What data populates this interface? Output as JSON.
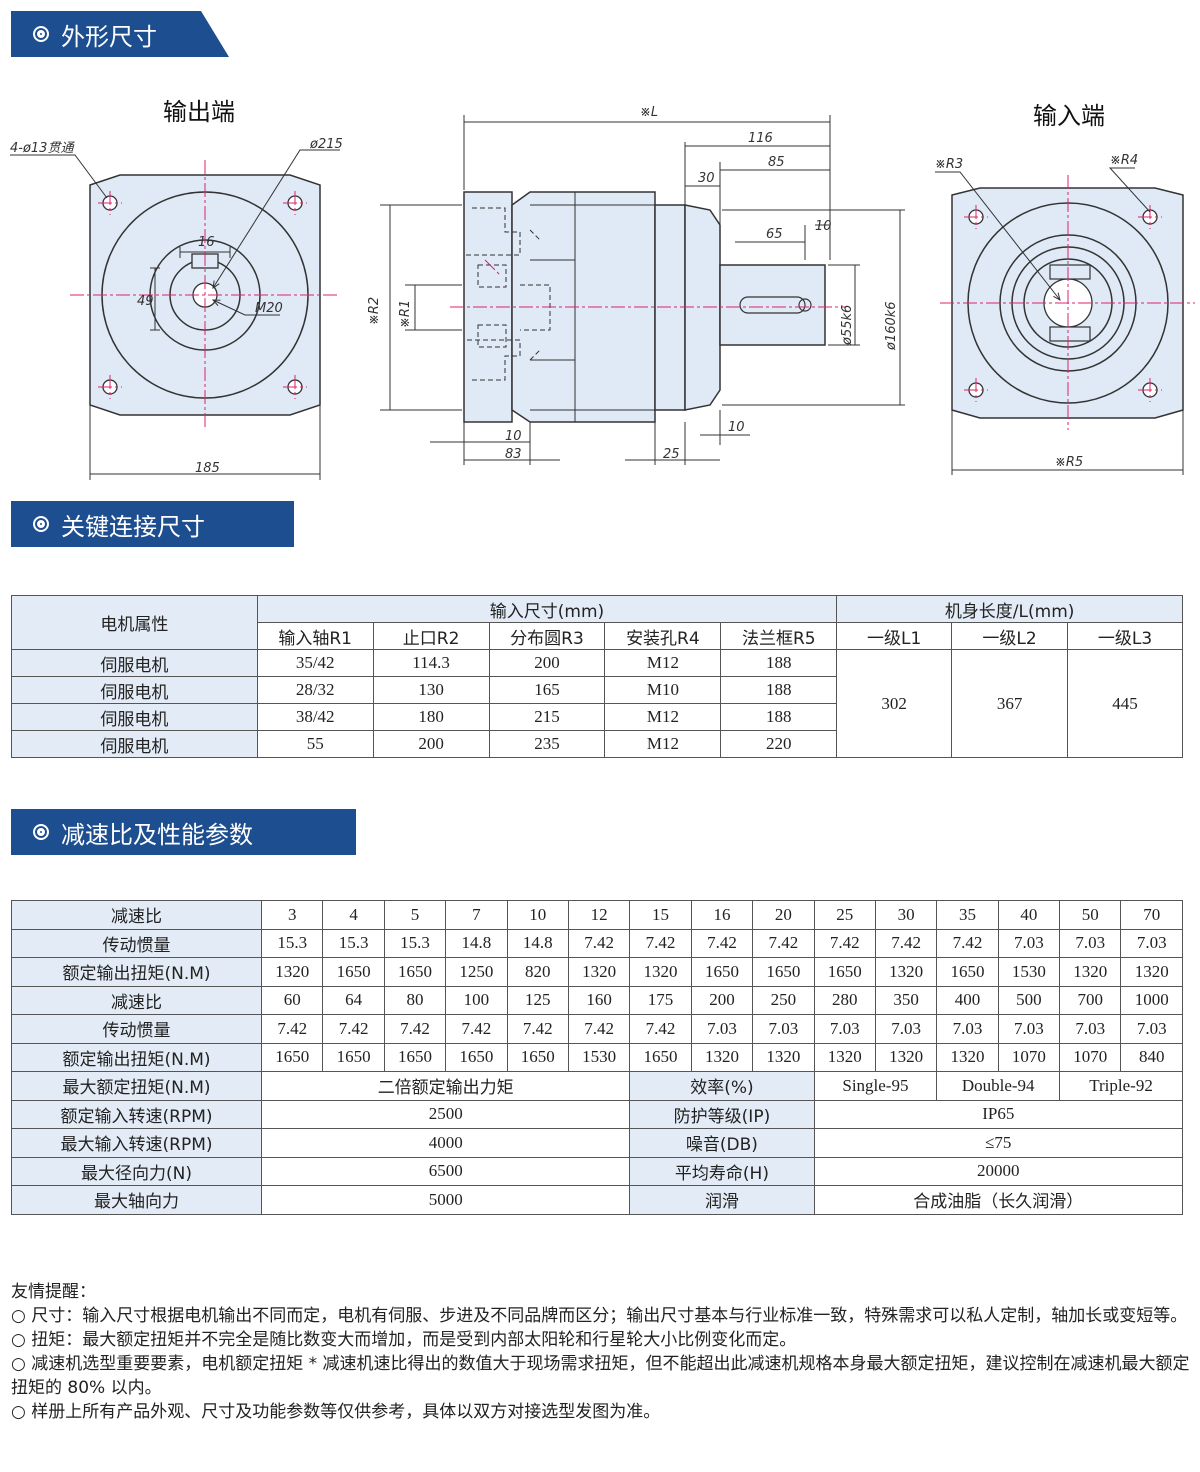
{
  "sections": {
    "dimensions": "外形尺寸",
    "connection": "关键连接尺寸",
    "performance": "减速比及性能参数"
  },
  "drawing": {
    "output_end": "输出端",
    "input_end": "输入端",
    "dims": {
      "holes": "4-ø13贯通",
      "d215": "ø215",
      "w16": "16",
      "h49": "49",
      "m20": "M20",
      "w185": "185",
      "L": "※L",
      "l116": "116",
      "l85": "85",
      "l30": "30",
      "l65": "65",
      "l10a": "10",
      "r2": "※R2",
      "r1": "※R1",
      "d55": "ø55k6",
      "d160": "ø160k6",
      "l10b": "10",
      "l83": "83",
      "l25": "25",
      "l10c": "10",
      "r3": "※R3",
      "r4": "※R4",
      "r5": "※R5"
    }
  },
  "connection_table": {
    "col_motor": "电机属性",
    "input_group": "输入尺寸(mm)",
    "length_group": "机身长度/L(mm)",
    "input_cols": [
      "输入轴R1",
      "止口R2",
      "分布圆R3",
      "安装孔R4",
      "法兰框R5"
    ],
    "length_cols": [
      "一级L1",
      "一级L2",
      "一级L3"
    ],
    "rows": [
      {
        "motor": "伺服电机",
        "vals": [
          "35/42",
          "114.3",
          "200",
          "M12",
          "188"
        ]
      },
      {
        "motor": "伺服电机",
        "vals": [
          "28/32",
          "130",
          "165",
          "M10",
          "188"
        ]
      },
      {
        "motor": "伺服电机",
        "vals": [
          "38/42",
          "180",
          "215",
          "M12",
          "188"
        ]
      },
      {
        "motor": "伺服电机",
        "vals": [
          "55",
          "200",
          "235",
          "M12",
          "220"
        ]
      }
    ],
    "lengths": [
      "302",
      "367",
      "445"
    ]
  },
  "perf_table": {
    "groups": [
      {
        "ratio_label": "减速比",
        "ratios": [
          "3",
          "4",
          "5",
          "7",
          "10",
          "12",
          "15",
          "16",
          "20",
          "25",
          "30",
          "35",
          "40",
          "50",
          "70"
        ],
        "inertia_label": "传动惯量",
        "inertia": [
          "15.3",
          "15.3",
          "15.3",
          "14.8",
          "14.8",
          "7.42",
          "7.42",
          "7.42",
          "7.42",
          "7.42",
          "7.42",
          "7.42",
          "7.03",
          "7.03",
          "7.03"
        ],
        "torque_label": "额定输出扭矩(N.M)",
        "torque": [
          "1320",
          "1650",
          "1650",
          "1250",
          "820",
          "1320",
          "1320",
          "1650",
          "1650",
          "1650",
          "1320",
          "1650",
          "1530",
          "1320",
          "1320"
        ]
      },
      {
        "ratio_label": "减速比",
        "ratios": [
          "60",
          "64",
          "80",
          "100",
          "125",
          "160",
          "175",
          "200",
          "250",
          "280",
          "350",
          "400",
          "500",
          "700",
          "1000"
        ],
        "inertia_label": "传动惯量",
        "inertia": [
          "7.42",
          "7.42",
          "7.42",
          "7.42",
          "7.42",
          "7.42",
          "7.42",
          "7.03",
          "7.03",
          "7.03",
          "7.03",
          "7.03",
          "7.03",
          "7.03",
          "7.03"
        ],
        "torque_label": "额定输出扭矩(N.M)",
        "torque": [
          "1650",
          "1650",
          "1650",
          "1650",
          "1650",
          "1530",
          "1650",
          "1320",
          "1320",
          "1320",
          "1320",
          "1320",
          "1070",
          "1070",
          "840"
        ]
      }
    ],
    "max_torque_label": "最大额定扭矩(N.M)",
    "max_torque_value": "二倍额定输出力矩",
    "efficiency_label": "效率(%)",
    "efficiency": [
      "Single-95",
      "Double-94",
      "Triple-92"
    ],
    "rated_speed_label": "额定输入转速(RPM)",
    "rated_speed": "2500",
    "ip_label": "防护等级(IP)",
    "ip": "IP65",
    "max_speed_label": "最大输入转速(RPM)",
    "max_speed": "4000",
    "noise_label": "噪音(DB)",
    "noise": "≤75",
    "radial_label": "最大径向力(N)",
    "radial": "6500",
    "life_label": "平均寿命(H)",
    "life": "20000",
    "axial_label": "最大轴向力",
    "axial": "5000",
    "lube_label": "润滑",
    "lube": "合成油脂（长久润滑）"
  },
  "notes": {
    "title": "友情提醒：",
    "items": [
      "○ 尺寸：输入尺寸根据电机输出不同而定，电机有伺服、步进及不同品牌而区分；输出尺寸基本与行业标准一致，特殊需求可以私人定制，轴加长或变短等。",
      "○ 扭矩：最大额定扭矩并不完全是随比数变大而增加，而是受到内部太阳轮和行星轮大小比例变化而定。",
      "○ 减速机选型重要要素，电机额定扭矩 * 减速机速比得出的数值大于现场需求扭矩，但不能超出此减速机规格本身最大额定扭矩，建议控制在减速机最大额定扭矩的 80% 以内。",
      "○ 样册上所有产品外观、尺寸及功能参数等仅供参考，具体以双方对接选型发图为准。"
    ]
  },
  "colors": {
    "banner": "#1d4e90",
    "drawing_fill": "#dfeaf6",
    "center_line": "#e0206e",
    "table_header": "#e3ecf6"
  }
}
